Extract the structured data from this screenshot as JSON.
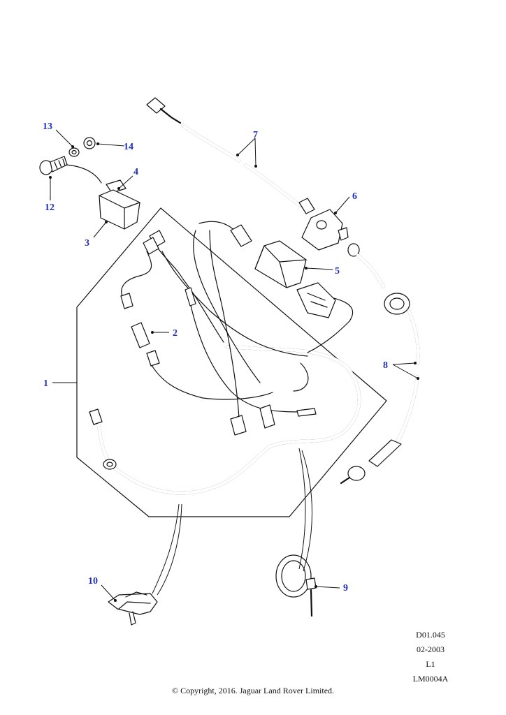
{
  "callouts": [
    "1",
    "2",
    "3",
    "4",
    "5",
    "6",
    "7",
    "8",
    "9",
    "10",
    "12",
    "13",
    "14"
  ],
  "info": {
    "ref": "D01.045",
    "date": "02-2003",
    "level": "L1",
    "code": "LM0004A"
  },
  "copyright": "© Copyright, 2016. Jaguar Land Rover Limited."
}
